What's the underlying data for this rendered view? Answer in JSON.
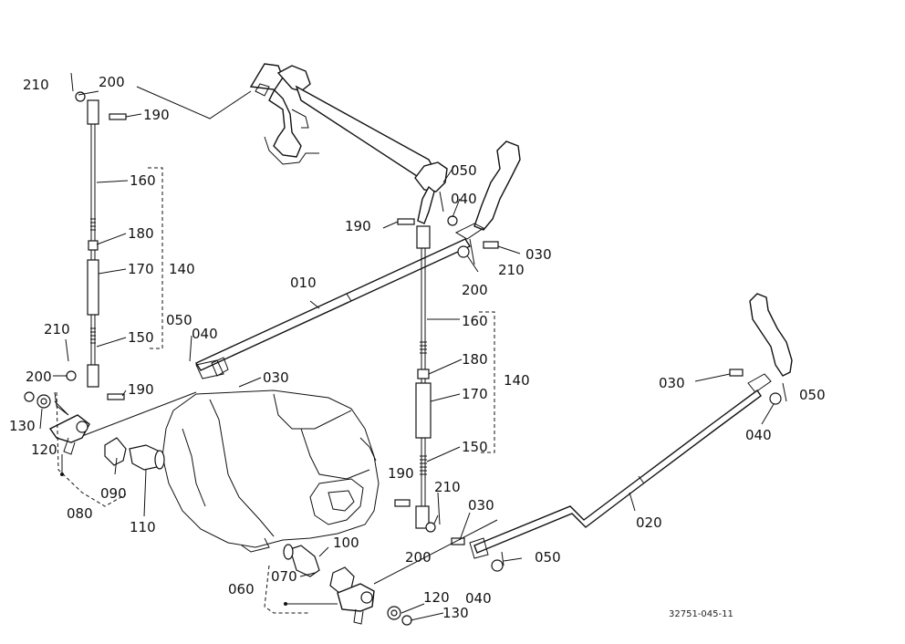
{
  "labels": {
    "l210a": "210",
    "l200a": "200",
    "l190a": "190",
    "l160a": "160",
    "l180a": "180",
    "l170a": "170",
    "l140a": "140",
    "l150a": "150",
    "l210b": "210",
    "l200b": "200",
    "l190b": "190",
    "l130a": "130",
    "l120a": "120",
    "l090": "090",
    "l080": "080",
    "l110": "110",
    "l050a": "050",
    "l040a": "040",
    "l030a": "030",
    "l010": "010",
    "l050b": "050",
    "l040b": "040",
    "l190c": "190",
    "l030b": "030",
    "l210c": "210",
    "l200c": "200",
    "l160b": "160",
    "l180b": "180",
    "l170b": "170",
    "l140b": "140",
    "l150b": "150",
    "l190d": "190",
    "l210d": "210",
    "l030c": "030",
    "l100": "100",
    "l200d": "200",
    "l070": "070",
    "l060": "060",
    "l120b": "120",
    "l130b": "130",
    "l050c": "050",
    "l040c": "040",
    "l020": "020",
    "l030d": "030",
    "l050d": "050",
    "l040d": "040"
  },
  "reference": "32751-045-11"
}
